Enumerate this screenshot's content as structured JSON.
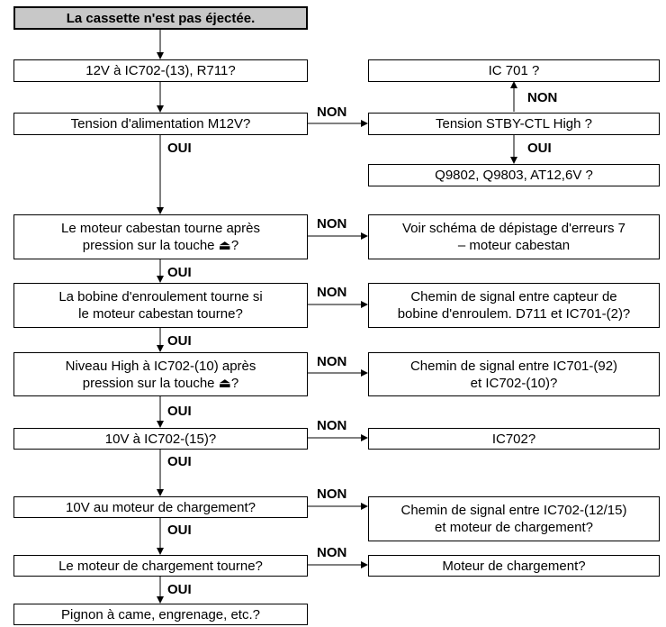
{
  "title": "La cassette n'est pas éjectée.",
  "labels": {
    "yes": "OUI",
    "no": "NON"
  },
  "main_steps": [
    "12V à IC702-(13), R711?",
    "Tension d'alimentation M12V?",
    "Le moteur cabestan tourne après\npression sur la touche ⏏?",
    "La bobine d'enroulement tourne si\nle moteur cabestan tourne?",
    "Niveau High à IC702-(10) après\npression sur la touche ⏏?",
    "10V à IC702-(15)?",
    "10V au moteur de chargement?",
    "Le moteur de chargement tourne?",
    "Pignon à came, engrenage, etc.?"
  ],
  "side_steps": [
    "IC 701 ?",
    "Tension STBY-CTL High ?",
    "Q9802, Q9803, AT12,6V ?",
    "Voir schéma de dépistage d'erreurs 7\n– moteur cabestan",
    "Chemin de signal entre capteur de\nbobine d'enroulem. D711 et IC701-(2)?",
    "Chemin de signal entre IC701-(92)\net IC702-(10)?",
    "IC702?",
    "Chemin de signal entre IC702-(12/15)\net moteur de chargement?",
    "Moteur de chargement?"
  ]
}
